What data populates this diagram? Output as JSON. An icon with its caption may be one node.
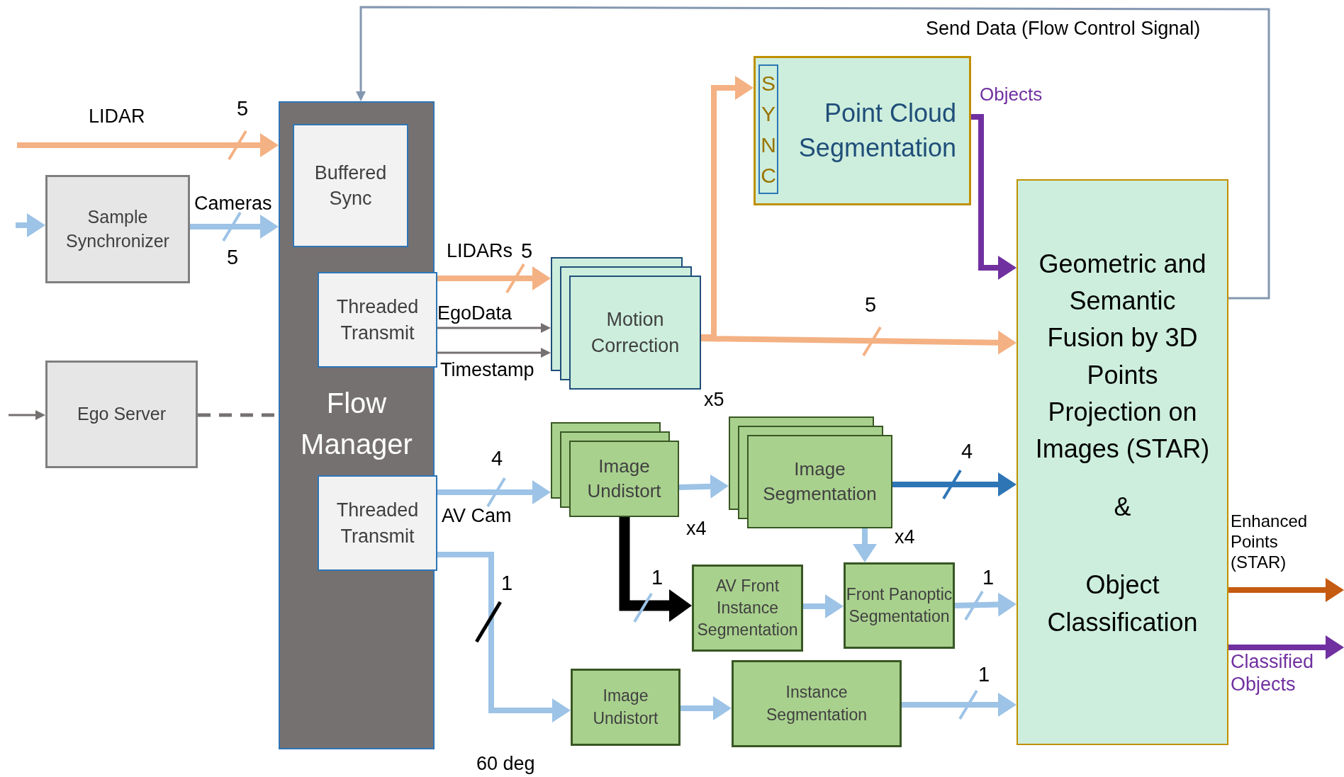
{
  "diagram": {
    "nodes": [
      {
        "text": [
          "Flow Manager"
        ]
      },
      {
        "text": [
          "Buffered Sync"
        ],
        "in": 0
      },
      {
        "text": [
          "Threaded Transmit"
        ],
        "in": 0
      },
      {
        "text": [
          "Threaded Transmit"
        ],
        "in": 0
      },
      {
        "text": [
          "Sample Synchronizer"
        ]
      },
      {
        "text": [
          "Ego Server"
        ]
      },
      {
        "text": [
          "Point Cloud Segmentation"
        ]
      },
      {
        "text": [
          "SYNC"
        ],
        "in": 6
      },
      {
        "text": [
          "Motion Correction"
        ],
        "beside": [
          "x5"
        ]
      },
      {
        "text": [
          "Image Undistort"
        ],
        "beside": [
          "x4"
        ]
      },
      {
        "text": [
          "Image Segmentation"
        ],
        "beside": [
          "x4"
        ]
      },
      {
        "text": [
          "AV Front Instance Segmentation"
        ]
      },
      {
        "text": [
          "Front Panoptic Segmentation"
        ]
      },
      {
        "text": [
          "Image Undistort"
        ]
      },
      {
        "text": [
          "Instance Segmentation"
        ]
      },
      {
        "text": [
          "Geometric and Semantic Fusion by 3D Points Projection on Images (STAR)",
          "&",
          "Object Classification"
        ]
      }
    ],
    "edges": [
      {
        "from": null,
        "to": 0,
        "arrow": "to",
        "label": "LIDAR",
        "color": "#f4b183"
      },
      {
        "from": null,
        "to": 4,
        "arrow": "to"
      },
      {
        "from": 4,
        "to": 0,
        "arrow": "to",
        "label": "Cameras"
      },
      {
        "from": null,
        "to": 5,
        "arrow": "to",
        "color": "#767171"
      },
      {
        "from": 5,
        "to": 0,
        "arrow": "none",
        "style": "dashed",
        "color": "#767171"
      },
      {
        "from": 2,
        "to": 8,
        "arrow": "to",
        "label": "LIDARs",
        "color": "#f4b183"
      },
      {
        "from": 2,
        "to": 8,
        "arrow": "to",
        "label": "EgoData",
        "color": "#767171"
      },
      {
        "from": 2,
        "to": 8,
        "arrow": "to",
        "label": "Timestamp",
        "color": "#767171"
      },
      {
        "from": 8,
        "to": 6,
        "arrow": "to",
        "color": "#f4b183"
      },
      {
        "from": 8,
        "to": 15,
        "arrow": "to",
        "color": "#f4b183"
      },
      {
        "from": 6,
        "to": 15,
        "arrow": "to",
        "label": "Objects",
        "color": "#7030a0"
      },
      {
        "from": 15,
        "to": 0,
        "arrow": "to",
        "label": "Send Data (Flow Control Signal)",
        "color": "#8497b0"
      },
      {
        "from": 3,
        "to": 9,
        "arrow": "to",
        "label": "AV Cam"
      },
      {
        "from": 9,
        "to": 10,
        "arrow": "to"
      },
      {
        "from": 10,
        "to": 15,
        "arrow": "to",
        "color": "#2e75b6"
      },
      {
        "from": 10,
        "to": 12,
        "arrow": "to"
      },
      {
        "from": 9,
        "to": 11,
        "arrow": "to",
        "style": "thick",
        "color": "#000000"
      },
      {
        "from": 11,
        "to": 12,
        "arrow": "to"
      },
      {
        "from": 12,
        "to": 15,
        "arrow": "to"
      },
      {
        "from": 3,
        "to": 13,
        "arrow": "to",
        "label": "60 deg"
      },
      {
        "from": 13,
        "to": 14,
        "arrow": "to"
      },
      {
        "from": 14,
        "to": 15,
        "arrow": "to"
      },
      {
        "from": 15,
        "to": null,
        "arrow": "to",
        "label": "Enhanced Points (STAR)",
        "color": "#c55a11"
      },
      {
        "from": 15,
        "to": null,
        "arrow": "to",
        "label": "Classified Objects",
        "color": "#7030a0"
      }
    ],
    "labels": [
      "5",
      "5",
      "5",
      "5",
      "4",
      "4",
      "1",
      "1",
      "1",
      "1"
    ]
  }
}
